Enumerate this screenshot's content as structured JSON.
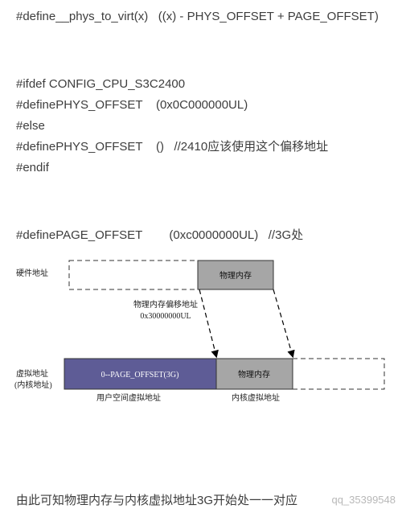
{
  "code": {
    "define_phys_to_virt": "#define__phys_to_virt(x)   ((x) - PHYS_OFFSET + PAGE_OFFSET)",
    "ifdef": "#ifdef CONFIG_CPU_S3C2400",
    "define_phys_offset_1": "#definePHYS_OFFSET    (0x0C000000UL)",
    "else": "#else",
    "define_phys_offset_2": "#definePHYS_OFFSET    ()   //2410应该使用这个偏移地址",
    "endif": "#endif",
    "define_page_offset": "#definePAGE_OFFSET        (0xc0000000UL)   //3G处"
  },
  "diagram": {
    "hardware_address_label": "硬件地址",
    "physical_memory_top": "物理内存",
    "offset_label_line1": "物理内存偏移地址",
    "offset_label_line2": "0x30000000UL",
    "virtual_address_label_line1": "虚拟地址",
    "virtual_address_label_line2": "(内核地址)",
    "page_offset_box": "0--PAGE_OFFSET(3G)",
    "physical_memory_bottom": "物理内存",
    "user_space_label": "用户空间虚拟地址",
    "kernel_virtual_label": "内核虚拟地址",
    "colors": {
      "user_space_fill": "#5e5c96",
      "physical_memory_fill": "#a6a6a6"
    }
  },
  "conclusion": "由此可知物理内存与内核虚拟地址3G开始处一一对应",
  "watermark": "qq_35399548"
}
